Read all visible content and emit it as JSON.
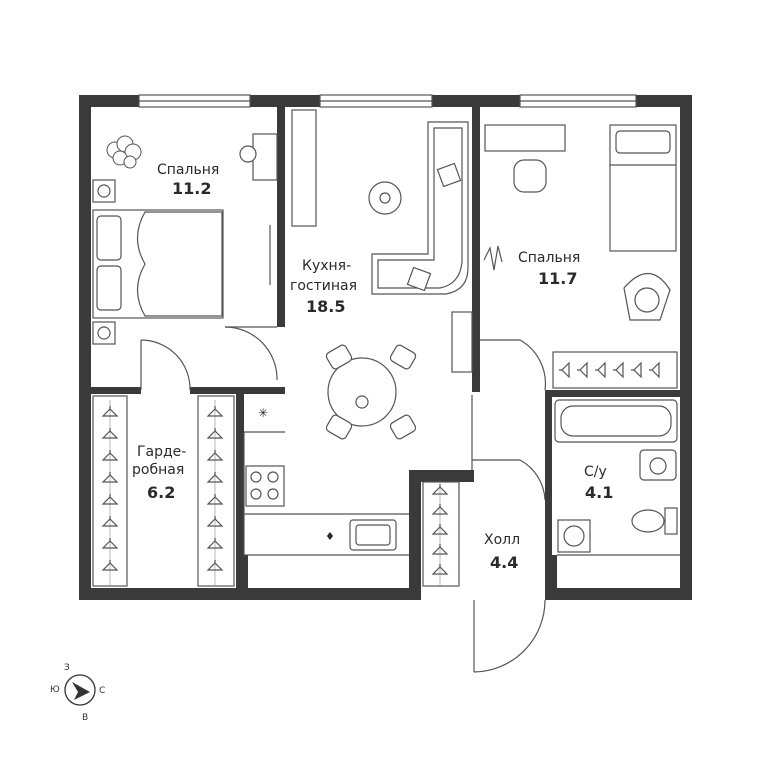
{
  "rooms": {
    "bedroom_left": {
      "name": "Спальня",
      "area": "11.2"
    },
    "kitchen": {
      "name_line1": "Кухня-",
      "name_line2": "гостиная",
      "area": "18.5"
    },
    "bedroom_right": {
      "name": "Спальня",
      "area": "11.7"
    },
    "wardrobe": {
      "name_line1": "Гарде-",
      "name_line2": "робная",
      "area": "6.2"
    },
    "bathroom": {
      "name": "С/у",
      "area": "4.1"
    },
    "hall": {
      "name": "Холл",
      "area": "4.4"
    }
  },
  "compass": {
    "north": "З",
    "east": "С",
    "south": "В",
    "west": "Ю"
  },
  "colors": {
    "wall": "#3a3a3a",
    "line": "#555555",
    "fill": "#ffffff"
  }
}
